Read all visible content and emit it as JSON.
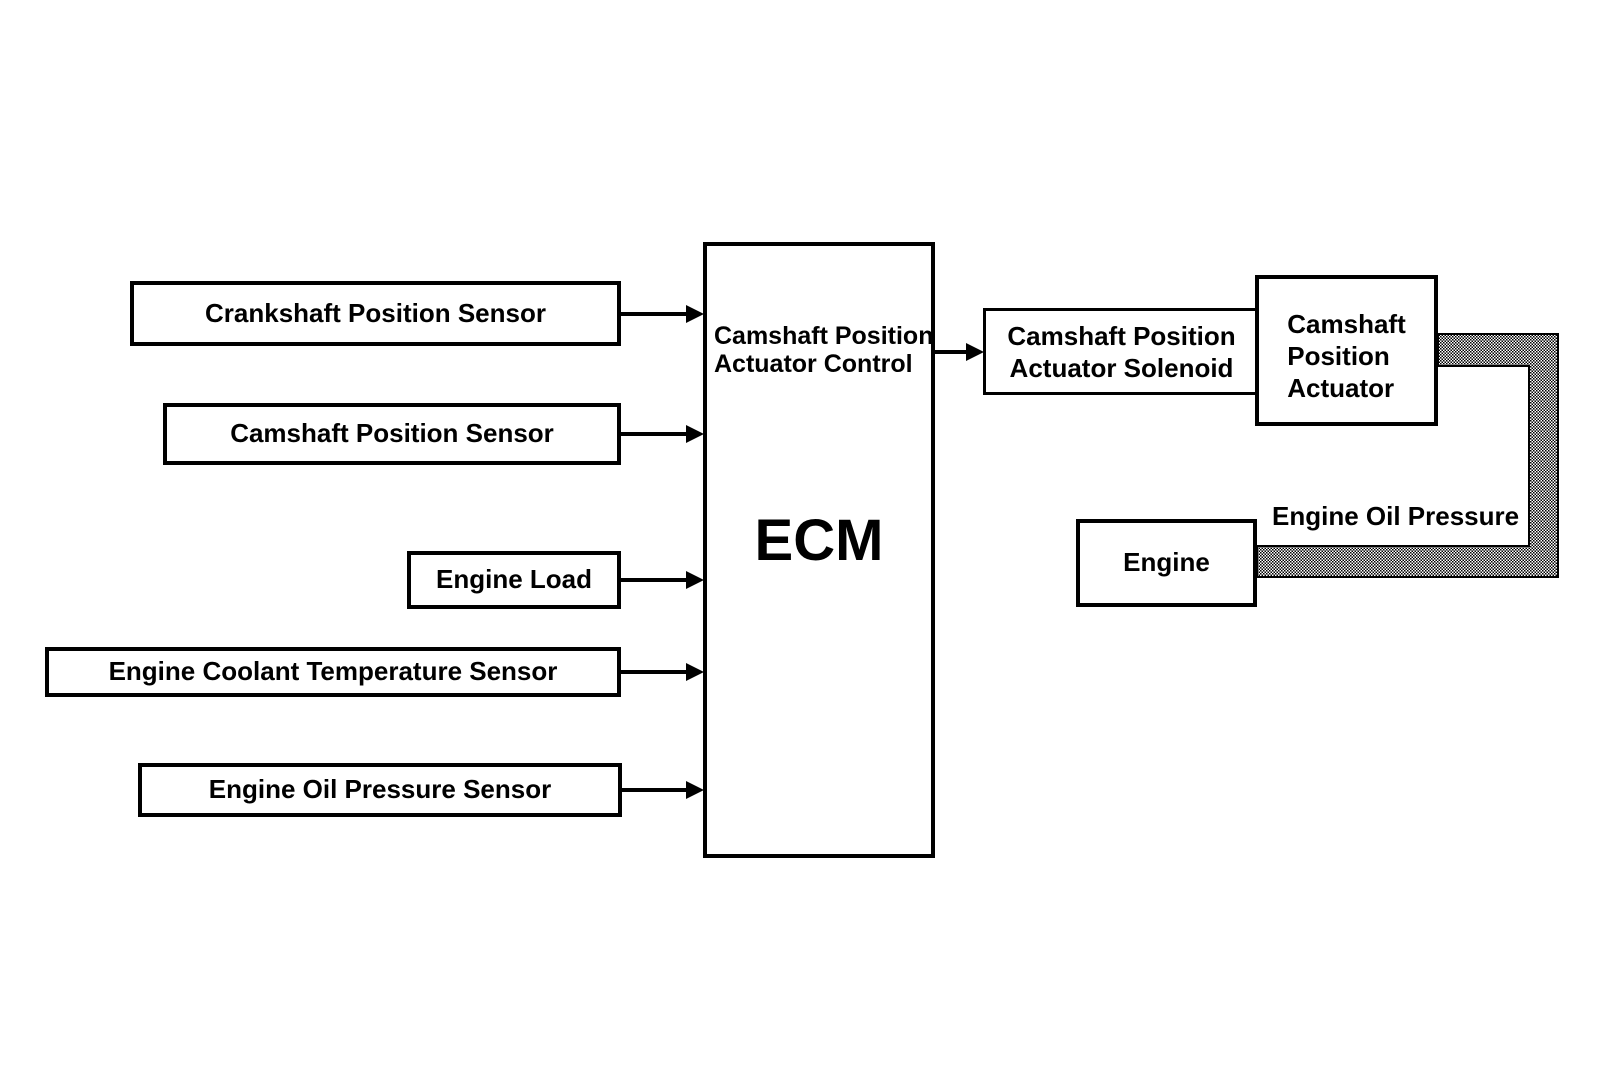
{
  "diagram": {
    "inputs": [
      {
        "label": "Crankshaft Position Sensor"
      },
      {
        "label": "Camshaft Position Sensor"
      },
      {
        "label": "Engine Load"
      },
      {
        "label": "Engine Coolant Temperature Sensor"
      },
      {
        "label": "Engine Oil Pressure Sensor"
      }
    ],
    "ecm": {
      "control_line1": "Camshaft Position",
      "control_line2": "Actuator Control",
      "title": "ECM"
    },
    "solenoid": {
      "line1": "Camshaft Position",
      "line2": "Actuator Solenoid"
    },
    "actuator": {
      "line1": "Camshaft",
      "line2": "Position",
      "line3": "Actuator"
    },
    "engine": {
      "label": "Engine"
    },
    "oil_pressure_label": "Engine Oil Pressure",
    "colors": {
      "ink": "#000000",
      "background": "#ffffff"
    }
  }
}
